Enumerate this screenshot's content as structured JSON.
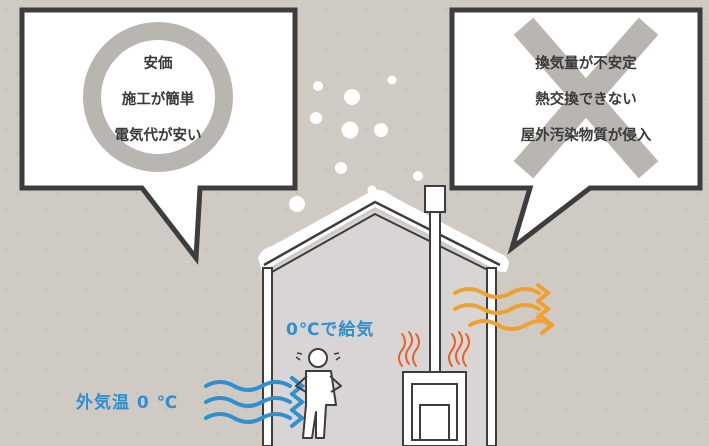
{
  "pros": {
    "lines": [
      "安価",
      "施工が簡単",
      "電気代が安い"
    ],
    "mark": "circle"
  },
  "cons": {
    "lines": [
      "換気量が不安定",
      "熱交換できない",
      "屋外汚染物質が侵入"
    ],
    "mark": "cross"
  },
  "labels": {
    "outside_temp": "外気温 0 ℃",
    "intake": "0℃で給気"
  },
  "colors": {
    "background": "#cfcac3",
    "bubble_fill": "#ffffff",
    "bubble_stroke": "#3d3d3d",
    "house_interior": "#d9d5d5",
    "cold_air": "#2f8fd0",
    "warm_air": "#f0a030",
    "heat_waves": "#e8602a",
    "mark_gray": "#b9b6b2"
  }
}
